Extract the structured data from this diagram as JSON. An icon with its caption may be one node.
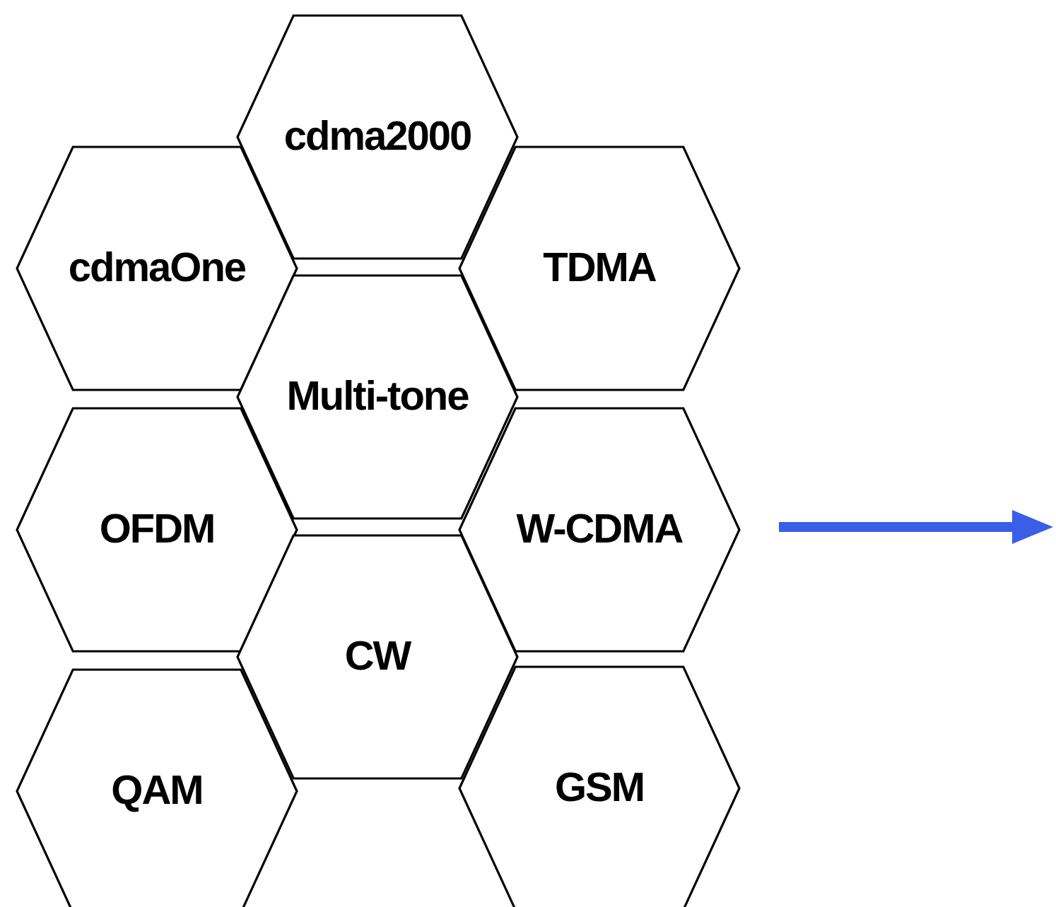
{
  "diagram": {
    "nodes": [
      {
        "text": [
          "cdma2000"
        ]
      },
      {
        "text": [
          "cdmaOne"
        ]
      },
      {
        "text": [
          "TDMA"
        ]
      },
      {
        "text": [
          "Multi-tone"
        ]
      },
      {
        "text": [
          "OFDM"
        ]
      },
      {
        "text": [
          "W-CDMA"
        ]
      },
      {
        "text": [
          "CW"
        ]
      },
      {
        "text": [
          "QAM"
        ]
      },
      {
        "text": [
          "GSM"
        ]
      }
    ]
  }
}
